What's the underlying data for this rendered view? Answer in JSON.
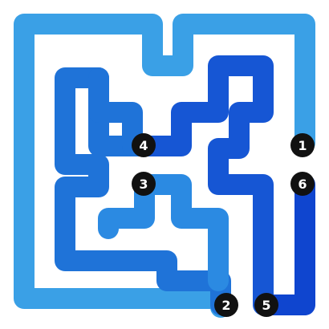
{
  "puzzle": {
    "paths": [
      {
        "id": "outer",
        "color": "#3aa0e6"
      },
      {
        "id": "inner-left",
        "color": "#1f73d8"
      },
      {
        "id": "center",
        "color": "#2b8ae2"
      },
      {
        "id": "right-upper",
        "color": "#1656d4"
      },
      {
        "id": "right-lower",
        "color": "#0f45cf"
      }
    ],
    "markers": [
      {
        "label": "1",
        "color": "#111111"
      },
      {
        "label": "2",
        "color": "#111111"
      },
      {
        "label": "3",
        "color": "#111111"
      },
      {
        "label": "4",
        "color": "#111111"
      },
      {
        "label": "5",
        "color": "#111111"
      },
      {
        "label": "6",
        "color": "#111111"
      }
    ]
  }
}
